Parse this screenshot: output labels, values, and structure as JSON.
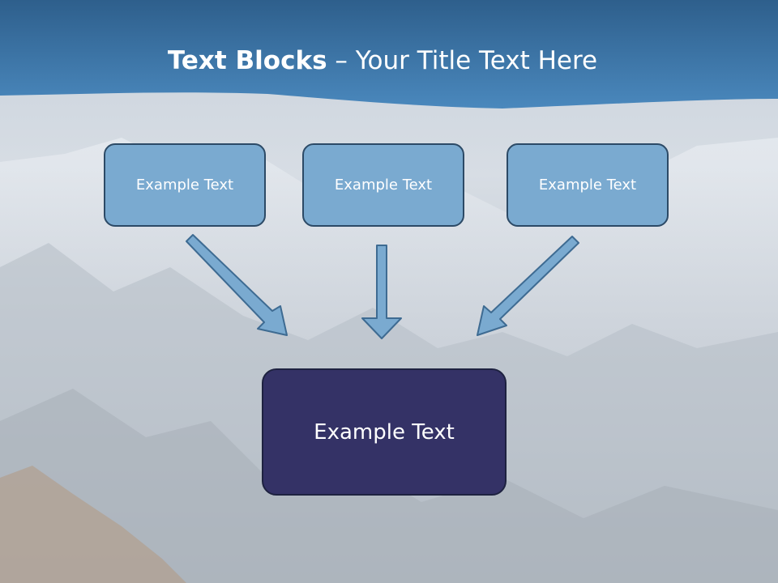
{
  "slide": {
    "title_bold": "Text Blocks",
    "title_dash": " – ",
    "title_rest": "Your Title Text Here",
    "blocks": [
      {
        "label": "Example Text"
      },
      {
        "label": "Example Text"
      },
      {
        "label": "Example Text"
      }
    ],
    "target": {
      "label": "Example Text"
    }
  },
  "colors": {
    "header_band": "#3f7fb3",
    "block_fill": "#7aaad0",
    "target_fill": "#343266",
    "arrow_fill": "#7aaad0",
    "arrow_stroke": "#3e6b92"
  },
  "background": "snowy-mountains-photo"
}
